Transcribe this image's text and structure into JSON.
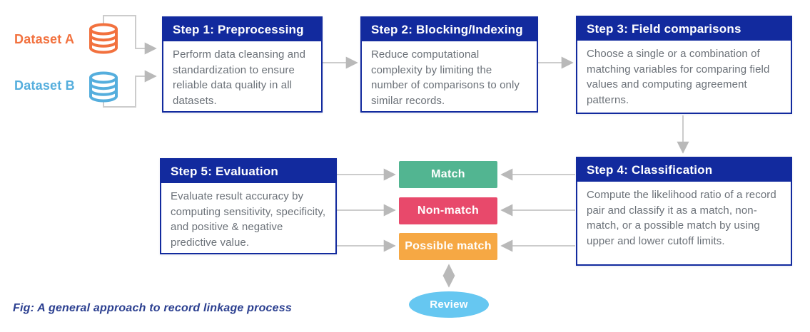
{
  "diagram": {
    "caption": "Fig: A general approach to record linkage process",
    "caption_color": "#2b3f90"
  },
  "datasets": [
    {
      "label": "Dataset A",
      "color": "#f2713e",
      "icon": "database-icon"
    },
    {
      "label": "Dataset B",
      "color": "#55aedd",
      "icon": "database-icon"
    }
  ],
  "steps": [
    {
      "title": "Step 1: Preprocessing",
      "description": "Perform data cleansing and standardization to ensure reliable data quality in all datasets."
    },
    {
      "title": "Step 2: Blocking/Indexing",
      "description": "Reduce computational complexity by limiting the number of comparisons to only similar records."
    },
    {
      "title": "Step 3: Field comparisons",
      "description": "Choose a single or a combination of matching variables for comparing field values and computing agreement patterns."
    },
    {
      "title": "Step 4: Classification",
      "description": "Compute the likelihood ratio of a record pair and classify it as a match, non-match, or a possible match by using upper and lower cutoff limits."
    },
    {
      "title": "Step 5: Evaluation",
      "description": "Evaluate result accuracy by computing sensitivity, specificity, and positive & negative predictive value."
    }
  ],
  "outcomes": [
    {
      "label": "Match",
      "color": "#52b591"
    },
    {
      "label": "Non-match",
      "color": "#e8496b"
    },
    {
      "label": "Possible match",
      "color": "#f6a844"
    }
  ],
  "review": {
    "label": "Review",
    "color": "#66c7f1"
  },
  "colors": {
    "step_header_bg": "#122a9e",
    "step_border": "#122a9e",
    "body_text": "#6b7178",
    "connector_line": "#cccccc",
    "connector_arrow": "#b9b9b9"
  }
}
